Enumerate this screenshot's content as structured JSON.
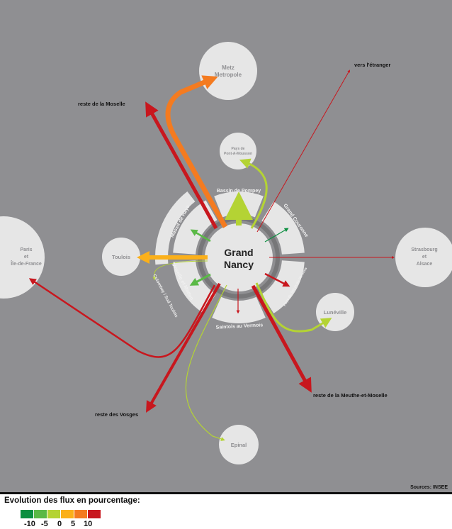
{
  "center": {
    "line1": "Grand",
    "line2": "Nancy"
  },
  "places": {
    "metz": {
      "line1": "Metz",
      "line2": "Metropole"
    },
    "pam": {
      "line1": "Pays de",
      "line2": "Pont-A-Mousson"
    },
    "paris": {
      "line1": "Paris",
      "line2": "et",
      "line3": "Île-de-France"
    },
    "toulois": "Toulois",
    "strasbourg": {
      "line1": "Strasbourg",
      "line2": "et",
      "line3": "Alsace"
    },
    "luneville": "Lunéville",
    "epinal": "Epinal"
  },
  "sectors": {
    "bassin": "Bassin de Pompey",
    "grand_couronne": "Grand Couronne",
    "pays_sel": "Pays du Sel et du Vermois",
    "saintois": "Saintois au Vermois",
    "moselle_madon": "Moselle et Madon",
    "massif_haye": "Massif de Haye",
    "colombey": "Colombey / Sud Toulois"
  },
  "outer_labels": {
    "moselle": "reste de la Moselle",
    "etranger": "vers l'étranger",
    "meurthe": "reste de la Meuthe-et-Moselle",
    "vosges": "reste des Vosges"
  },
  "source": "Sources: INSEE",
  "legend": {
    "title": "Evolution des flux en pourcentage:",
    "colors": [
      "#0b8f40",
      "#5ab946",
      "#b4d334",
      "#fbb01a",
      "#f47b20",
      "#c8171e"
    ],
    "ticks": [
      "-10",
      "-5",
      "0",
      "5",
      "10"
    ]
  }
}
